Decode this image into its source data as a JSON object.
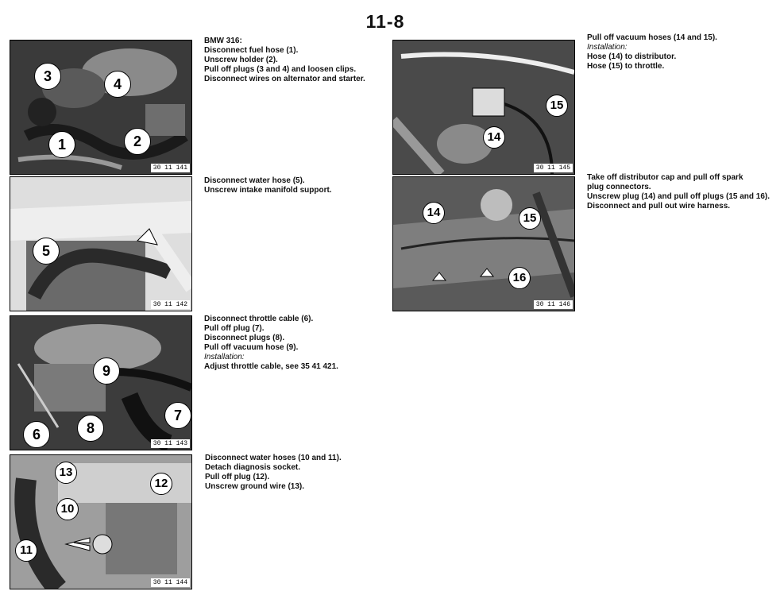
{
  "page_number": "11-8",
  "sections": [
    {
      "photo_code": "30 11 141",
      "callouts": [
        "3",
        "4",
        "1",
        "2"
      ],
      "lines": [
        {
          "text": "BMW 316:",
          "italic": false
        },
        {
          "text": "Disconnect fuel hose (1).",
          "italic": false
        },
        {
          "text": "Unscrew holder (2).",
          "italic": false
        },
        {
          "text": "Pull off plugs (3 and 4) and loosen clips.",
          "italic": false
        },
        {
          "text": "Disconnect wires on alternator and starter.",
          "italic": false
        }
      ]
    },
    {
      "photo_code": "30 11 142",
      "callouts": [
        "5"
      ],
      "lines": [
        {
          "text": "Disconnect water hose (5).",
          "italic": false
        },
        {
          "text": "Unscrew intake manifold support.",
          "italic": false
        }
      ]
    },
    {
      "photo_code": "30 11 143",
      "callouts": [
        "9",
        "7",
        "6",
        "8"
      ],
      "lines": [
        {
          "text": "Disconnect throttle cable (6).",
          "italic": false
        },
        {
          "text": "Pull off plug (7).",
          "italic": false
        },
        {
          "text": "Disconnect plugs (8).",
          "italic": false
        },
        {
          "text": "Pull off vacuum hose (9).",
          "italic": false
        },
        {
          "text": "Installation:",
          "italic": true
        },
        {
          "text": "Adjust throttle cable, see 35 41 421.",
          "italic": false
        }
      ]
    },
    {
      "photo_code": "30 11 144",
      "callouts": [
        "13",
        "12",
        "10",
        "11"
      ],
      "lines": [
        {
          "text": "Disconnect water hoses (10 and 11).",
          "italic": false
        },
        {
          "text": "Detach diagnosis socket.",
          "italic": false
        },
        {
          "text": "Pull off plug (12).",
          "italic": false
        },
        {
          "text": "Unscrew ground wire (13).",
          "italic": false
        }
      ]
    },
    {
      "photo_code": "30 11 145",
      "callouts": [
        "15",
        "14"
      ],
      "lines": [
        {
          "text": "Pull off vacuum hoses (14 and 15).",
          "italic": false
        },
        {
          "text": "Installation:",
          "italic": true
        },
        {
          "text": "Hose (14) to distributor.",
          "italic": false
        },
        {
          "text": "Hose (15) to throttle.",
          "italic": false
        }
      ]
    },
    {
      "photo_code": "30 11 146",
      "callouts": [
        "14",
        "15",
        "16"
      ],
      "lines": [
        {
          "text": "Take off distributor cap and pull off spark",
          "italic": false
        },
        {
          "text": "plug connectors.",
          "italic": false
        },
        {
          "text": "Unscrew plug (14) and pull off plugs (15 and 16).",
          "italic": false
        },
        {
          "text": "Disconnect and pull out wire harness.",
          "italic": false
        }
      ]
    }
  ]
}
